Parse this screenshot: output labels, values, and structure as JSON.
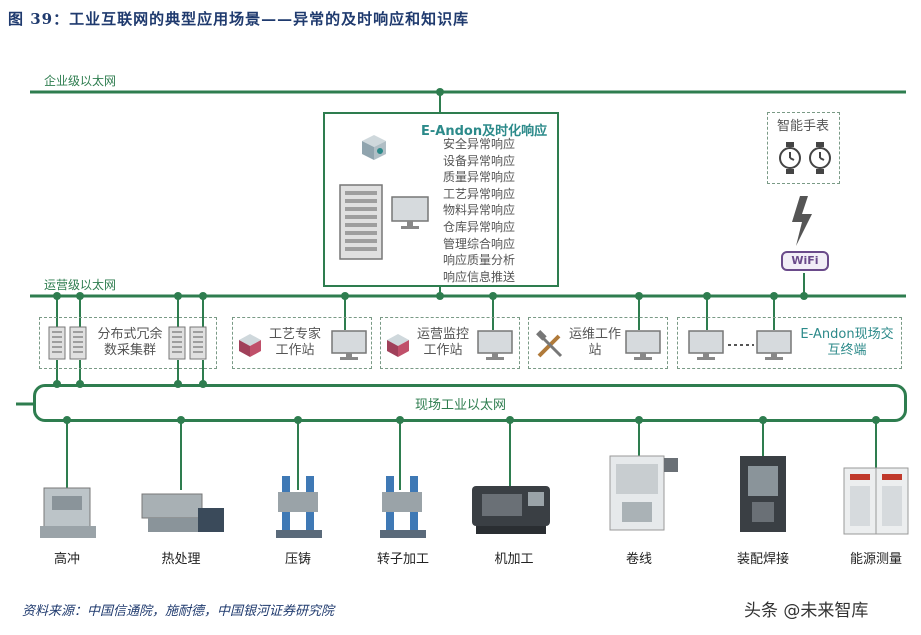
{
  "figure_title": "图 39：工业互联网的典型应用场景——异常的及时响应和知识库",
  "networks": {
    "enterprise": "企业级以太网",
    "operations": "运营级以太网",
    "field": "现场工业以太网"
  },
  "eandon_center": {
    "title": "E-Andon及时化响应",
    "items": [
      "安全异常响应",
      "设备异常响应",
      "质量异常响应",
      "工艺异常响应",
      "物料异常响应",
      "仓库异常响应",
      "管理综合响应",
      "响应质量分析",
      "响应信息推送"
    ]
  },
  "smartwatch": {
    "label": "智能手表"
  },
  "wifi": {
    "label": "WiFi"
  },
  "stations": {
    "cluster": "分布式冗余数采集群",
    "process": "工艺专家工作站",
    "monitor": "运营监控工作站",
    "maintenance": "运维工作站",
    "eandon_terminal": "E-Andon现场交互终端"
  },
  "machines": [
    "高冲",
    "热处理",
    "压铸",
    "转子加工",
    "机加工",
    "卷线",
    "装配焊接",
    "能源测量"
  ],
  "source": "资料来源：中国信通院，施耐德，中国银河证券研究院",
  "watermark": "头条 @未来智库",
  "colors": {
    "network_green": "#2e7d4f",
    "title_blue": "#1f3a6e",
    "eandon_teal": "#2c8a8a"
  }
}
